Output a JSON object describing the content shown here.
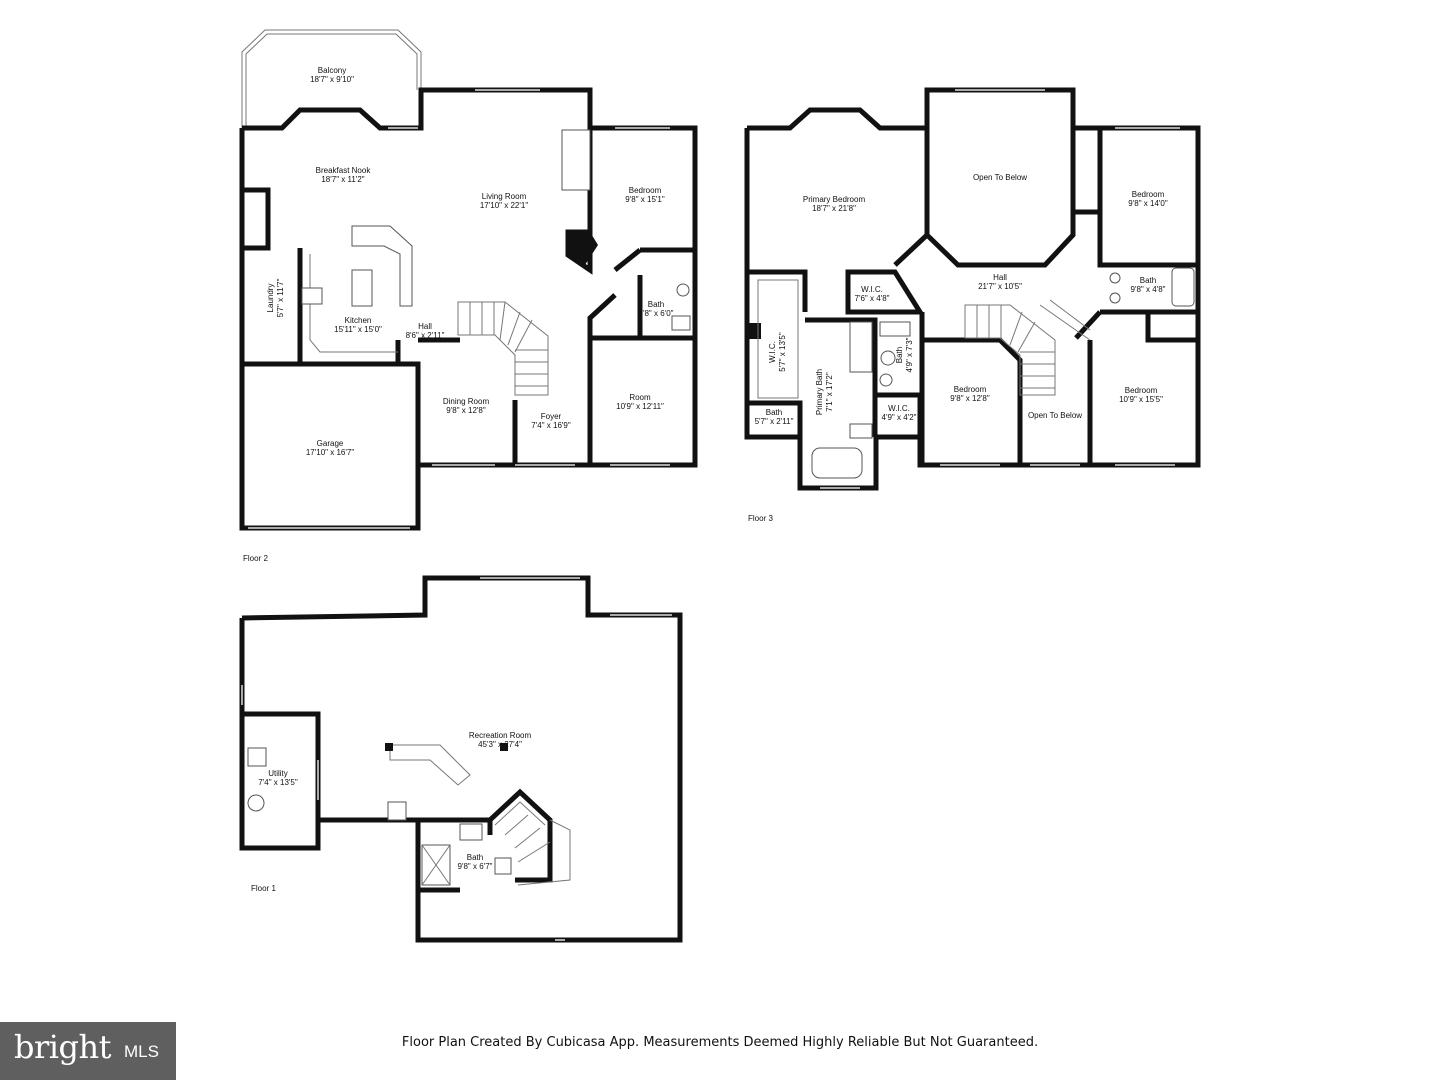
{
  "floors": {
    "floor2": "Floor 2",
    "floor3": "Floor 3",
    "floor1": "Floor 1"
  },
  "rooms": {
    "balcony": {
      "name": "Balcony",
      "size": "18'7\" x 9'10\""
    },
    "breakfast_nook": {
      "name": "Breakfast Nook",
      "size": "18'7\" x 11'2\""
    },
    "living_room": {
      "name": "Living Room",
      "size": "17'10\" x 22'1\""
    },
    "bedroom_f2": {
      "name": "Bedroom",
      "size": "9'8\" x 15'1\""
    },
    "laundry": {
      "name": "Laundry",
      "size": "5'7\" x 11'7\""
    },
    "kitchen": {
      "name": "Kitchen",
      "size": "15'11\" x 15'0\""
    },
    "hall_f2": {
      "name": "Hall",
      "size": "8'6\" x 2'11\""
    },
    "bath_f2": {
      "name": "Bath",
      "size": "7'8\" x 6'0\""
    },
    "dining_room": {
      "name": "Dining Room",
      "size": "9'8\" x 12'8\""
    },
    "foyer": {
      "name": "Foyer",
      "size": "7'4\" x 16'9\""
    },
    "room_f2": {
      "name": "Room",
      "size": "10'9\" x 12'11\""
    },
    "garage": {
      "name": "Garage",
      "size": "17'10\" x 16'7\""
    },
    "primary_bedroom": {
      "name": "Primary Bedroom",
      "size": "18'7\" x 21'8\""
    },
    "open_to_below_1": {
      "name": "Open To Below"
    },
    "bedroom_f3_a": {
      "name": "Bedroom",
      "size": "9'8\" x 14'0\""
    },
    "wic_1": {
      "name": "W.I.C.",
      "size": "7'6\" x 4'8\""
    },
    "hall_f3": {
      "name": "Hall",
      "size": "21'7\" x 10'5\""
    },
    "bath_f3_a": {
      "name": "Bath",
      "size": "9'8\" x 4'8\""
    },
    "wic_2": {
      "name": "W.I.C.",
      "size": "5'7\" x 13'5\""
    },
    "primary_bath": {
      "name": "Primary Bath",
      "size": "7'1\" x 17'2\""
    },
    "bath_f3_b": {
      "name": "Bath",
      "size": "4'9\" x 7'3\""
    },
    "bath_f3_c": {
      "name": "Bath",
      "size": "5'7\" x 2'11\""
    },
    "wic_3": {
      "name": "W.I.C.",
      "size": "4'9\" x 4'2\""
    },
    "bedroom_f3_b": {
      "name": "Bedroom",
      "size": "9'8\" x 12'8\""
    },
    "open_to_below_2": {
      "name": "Open To Below"
    },
    "bedroom_f3_c": {
      "name": "Bedroom",
      "size": "10'9\" x 15'5\""
    },
    "recreation_room": {
      "name": "Recreation Room",
      "size": "45'3\" x 27'4\""
    },
    "utility": {
      "name": "Utility",
      "size": "7'4\" x 13'5\""
    },
    "bath_f1": {
      "name": "Bath",
      "size": "9'8\" x 6'7\""
    }
  },
  "footer": {
    "disclaimer": "Floor Plan Created By Cubicasa App. Measurements Deemed Highly Reliable But Not Guaranteed."
  },
  "logo": {
    "word": "bright",
    "mls": "MLS"
  }
}
